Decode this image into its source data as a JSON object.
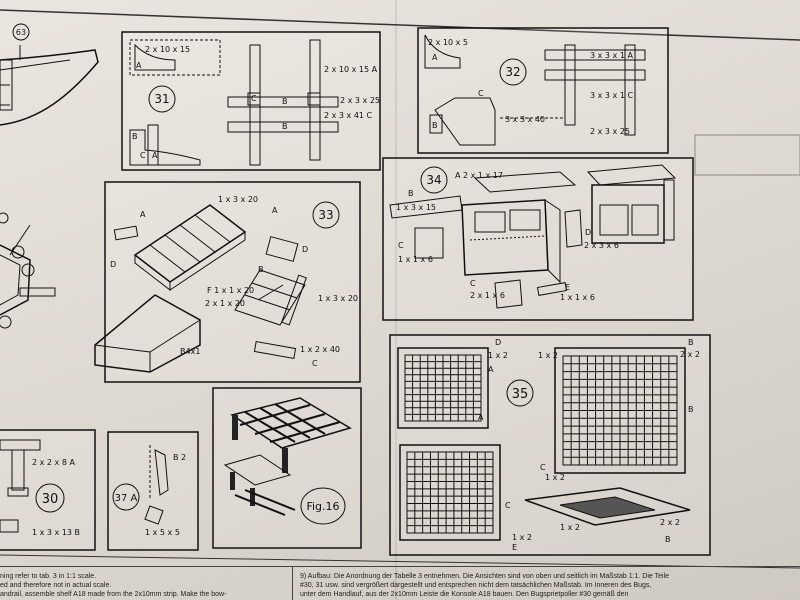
{
  "figures": {
    "f31": {
      "number": "31",
      "labels": [
        "2 x 10 x 15",
        "A",
        "B",
        "C",
        "2 x 10 x 15 A",
        "2 x 3 x 25",
        "B",
        "2 x 3 x 41 C",
        "B",
        "C",
        "A"
      ]
    },
    "f32": {
      "number": "32",
      "labels": [
        "2 x 10 x 5",
        "A",
        "B",
        "C",
        "3 x 3 x 40",
        "3 x 3 x 1 A",
        "3 x 3 x 1 C",
        "2 x 3 x 25"
      ]
    },
    "f33": {
      "number": "33",
      "labels": [
        "A",
        "A",
        "1 x 3 x 20",
        "D",
        "B",
        "F 1 x 1 x 20",
        "2 x 1 x 20",
        "1 x 3 x 20",
        "1 x 2 x 40",
        "C",
        "D",
        "B4x1"
      ]
    },
    "f34": {
      "number": "34",
      "labels": [
        "A 2 x 1 x 17",
        "B",
        "1 x 3 x 15",
        "C",
        "1 x 1 x 6",
        "D",
        "2 x 3 x 6",
        "E",
        "1 x 1 x 6",
        "C",
        "2 x 1 x 6"
      ]
    },
    "f35": {
      "number": "35",
      "labels": [
        "D",
        "1 x 2",
        "A",
        "B",
        "1 x 2",
        "B",
        "2 x 2",
        "A",
        "C",
        "1 x 2",
        "2 x 2",
        "B",
        "1 x 2",
        "C",
        "1 x 2",
        "E"
      ]
    },
    "f30": {
      "number": "30",
      "labels": [
        "2 x 2 x 8 A",
        "1 x 3 x 13 B"
      ]
    },
    "f37": {
      "number": "37 A",
      "labels": [
        "B 2",
        "1 x 5 x 5"
      ]
    },
    "fig16": {
      "label": "Fig.16"
    },
    "f63": {
      "number": "63"
    }
  },
  "footer": {
    "left_lines": [
      "ning refer to tab. 3 in 1:1 scale.",
      "ed and therefore not in actual scale.",
      "andrail, assemble shelf A18 made from the 2x10mm strip. Make the bow-"
    ],
    "right_lines": [
      "9)   Aufbau: Die Anordnung der Tabelle 3 entnehmen. Die Ansichten sind von oben und seitlich im Maßstab 1:1. Die Teile",
      "#30, 31 usw. sind vergrößert dargestellt und entsprechen nicht dem tatsächlichen Maßstab. Im Inneren des Bugs,",
      "unter dem Handlauf, aus der 2x10mm Leiste die Konsole A18 bauen. Den Bugspriet­poller #30 gemäß den"
    ]
  }
}
